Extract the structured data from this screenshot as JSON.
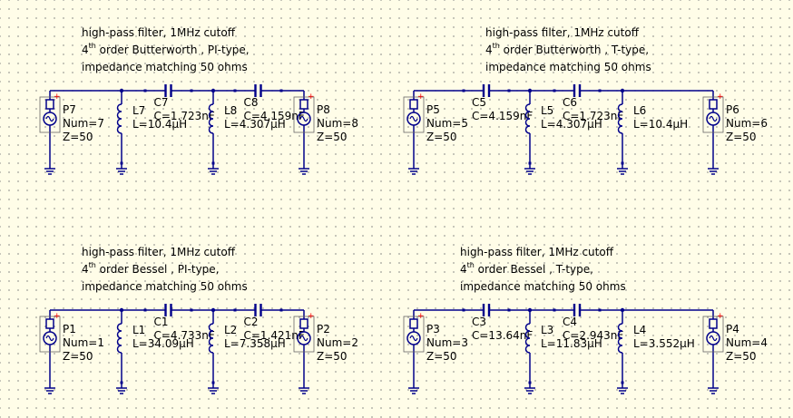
{
  "colors": {
    "background": "#fffde8",
    "grid_dot": "#7d7d7d",
    "wire": "#00008b",
    "component": "#00008b",
    "port_tip": "#ff0000",
    "text": "#000000"
  },
  "circuits": [
    {
      "id": "butterworth-pi",
      "title": {
        "line1": "high-pass filter, 1MHz cutoff",
        "order": "4",
        "order_sup": "th",
        "line2_rest": " order Butterworth , PI-type,",
        "line3": "impedance matching 50 ohms"
      },
      "port_in": {
        "name": "P7",
        "num": "Num=7",
        "z": "Z=50"
      },
      "port_out": {
        "name": "P8",
        "num": "Num=8",
        "z": "Z=50"
      },
      "cap1": {
        "name": "C7",
        "value": "C=1.723nF"
      },
      "cap2": {
        "name": "C8",
        "value": "C=4.159nF"
      },
      "ind1": {
        "name": "L7",
        "value": "L=10.4µH"
      },
      "ind2": {
        "name": "L8",
        "value": "L=4.307µH"
      }
    },
    {
      "id": "butterworth-t",
      "title": {
        "line1": "high-pass filter, 1MHz cutoff",
        "order": "4",
        "order_sup": "th",
        "line2_rest": " order Butterworth , T-type,",
        "line3": "impedance matching 50 ohms"
      },
      "port_in": {
        "name": "P5",
        "num": "Num=5",
        "z": "Z=50"
      },
      "port_out": {
        "name": "P6",
        "num": "Num=6",
        "z": "Z=50"
      },
      "cap1": {
        "name": "C5",
        "value": "C=4.159nF"
      },
      "cap2": {
        "name": "C6",
        "value": "C=1.723nF"
      },
      "ind1": {
        "name": "L5",
        "value": "L=4.307µH"
      },
      "ind2": {
        "name": "L6",
        "value": "L=10.4µH"
      }
    },
    {
      "id": "bessel-pi",
      "title": {
        "line1": "high-pass filter, 1MHz cutoff",
        "order": "4",
        "order_sup": "th",
        "line2_rest": " order Bessel , PI-type,",
        "line3": "impedance matching 50 ohms"
      },
      "port_in": {
        "name": "P1",
        "num": "Num=1",
        "z": "Z=50"
      },
      "port_out": {
        "name": "P2",
        "num": "Num=2",
        "z": "Z=50"
      },
      "cap1": {
        "name": "C1",
        "value": "C=4.733nF"
      },
      "cap2": {
        "name": "C2",
        "value": "C=1.421nF"
      },
      "ind1": {
        "name": "L1",
        "value": "L=34.09µH"
      },
      "ind2": {
        "name": "L2",
        "value": "L=7.358µH"
      }
    },
    {
      "id": "bessel-t",
      "title": {
        "line1": "high-pass filter, 1MHz cutoff",
        "order": "4",
        "order_sup": "th",
        "line2_rest": " order Bessel , T-type,",
        "line3": "impedance matching 50 ohms"
      },
      "port_in": {
        "name": "P3",
        "num": "Num=3",
        "z": "Z=50"
      },
      "port_out": {
        "name": "P4",
        "num": "Num=4",
        "z": "Z=50"
      },
      "cap1": {
        "name": "C3",
        "value": "C=13.64nF"
      },
      "cap2": {
        "name": "C4",
        "value": "C=2.943nF"
      },
      "ind1": {
        "name": "L3",
        "value": "L=11.83µH"
      },
      "ind2": {
        "name": "L4",
        "value": "L=3.552µH"
      }
    }
  ]
}
